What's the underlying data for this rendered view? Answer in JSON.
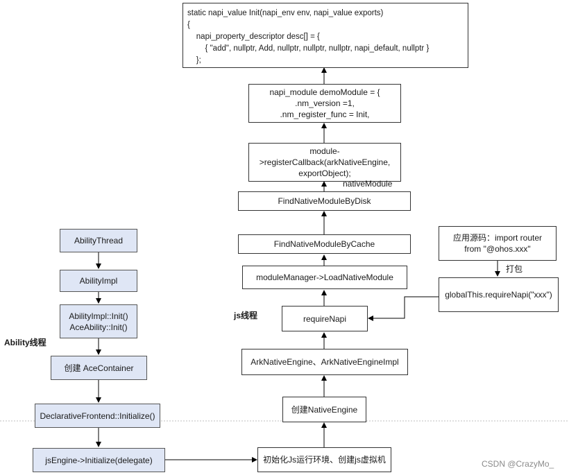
{
  "init_code": {
    "lines": [
      "static napi_value Init(napi_env env, napi_value exports)",
      "{",
      "    napi_property_descriptor desc[] = {",
      "        { \"add\", nullptr, Add, nullptr, nullptr, nullptr, napi_default, nullptr }",
      "    };"
    ]
  },
  "module_def": {
    "lines": [
      "napi_module demoModule = {",
      ".nm_version =1,",
      ".nm_register_func = Init,"
    ]
  },
  "register_callback": {
    "lines": [
      "module-",
      ">registerCallback(arkNativeEngine,",
      "exportObject);"
    ]
  },
  "native_module_label": "nativeModule",
  "js_chain": {
    "find_by_disk": "FindNativeModuleByDisk",
    "find_by_cache": "FindNativeModuleByCache",
    "load_native_module": "moduleManager->LoadNativeModule",
    "require_napi": "requireNapi",
    "engine_impl": "ArkNativeEngine、ArkNativeEngineImpl",
    "create_engine": "创建NativeEngine",
    "init_env": "初始化Js运行环境、创建js虚拟机"
  },
  "app_source": {
    "lines": [
      "应用源码：import router",
      "from \"@ohos.xxx\""
    ]
  },
  "package_label": "打包",
  "global_require": "globalThis.requireNapi(\"xxx\")",
  "js_thread_label": "js线程",
  "ability_thread_label": "Ability线程",
  "ability_chain": {
    "ability_thread": "AbilityThread",
    "ability_impl": "AbilityImpl",
    "init_calls": [
      "AbilityImpl::Init()",
      "AceAbility::Init()"
    ],
    "create_container": "创建 AceContainer",
    "declarative_init": "DeclarativeFrontend::Initialize()",
    "js_engine_init": "jsEngine->Initialize(delegate)"
  },
  "watermark": "CSDN @CrazyMo_"
}
